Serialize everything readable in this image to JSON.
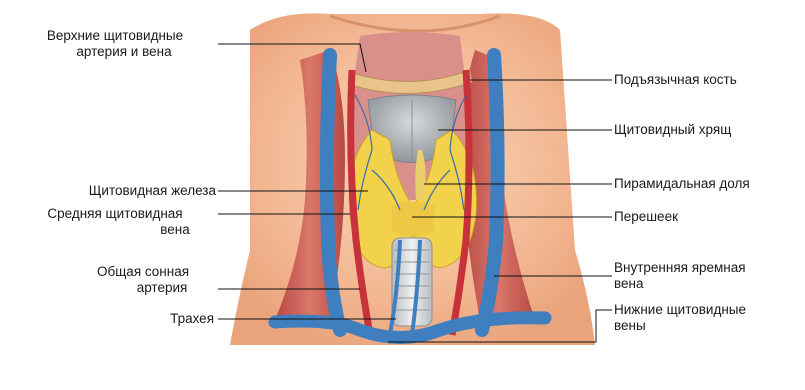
{
  "labels": {
    "superior_thyroid": [
      "Верхние щитовидные",
      "артерия и вена"
    ],
    "hyoid": "Подъязычная кость",
    "thyroid_cartilage": "Щитовидный хрящ",
    "thyroid_gland": "Щитовидная железа",
    "pyramidal_lobe": "Пирамидальная доля",
    "middle_thyroid": [
      "Средняя щитовидная",
      "вена"
    ],
    "isthmus": "Перешеек",
    "common_carotid": [
      "Общая сонная",
      "артерия"
    ],
    "internal_jugular": [
      "Внутренняя яремная",
      "вена"
    ],
    "trachea": "Трахея",
    "inferior_thyroid": [
      "Нижние щитовидные",
      "вены"
    ]
  },
  "colors": {
    "skin": "#f2b690",
    "skin_light": "#f8d2b4",
    "muscle": "#c45a4e",
    "vein_blue": "#3f7fc0",
    "artery_red": "#c8323a",
    "gland_yellow": "#f2d24a",
    "cartilage_gray": "#a9aeb2",
    "line": "#111111"
  }
}
